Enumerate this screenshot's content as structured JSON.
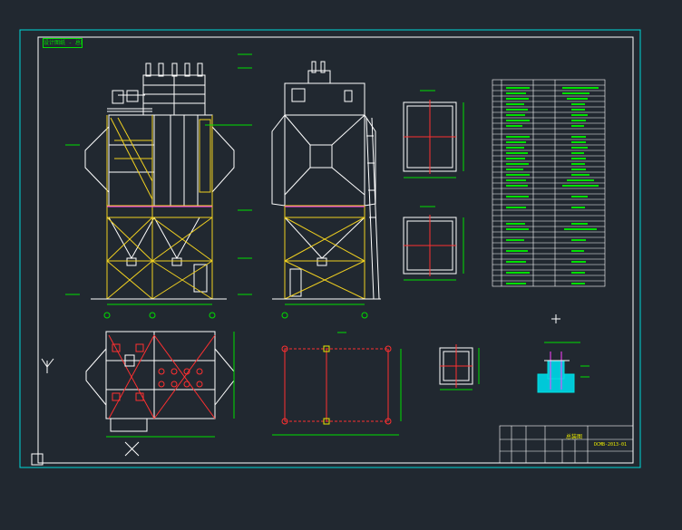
{
  "drawing": {
    "title_block_tag": "设计图纸 - 总图布置图",
    "sheet_title": "总装图",
    "sheet_code": "DCMB-2013-01",
    "colors": {
      "background": "#212830",
      "border": "#ffffff",
      "frame_cyan": "#00e0e0",
      "structure": "#ffffff",
      "support_yellow": "#f0d020",
      "centerline_red": "#ff3030",
      "hatch_magenta": "#ff40ff",
      "text_green": "#00e000",
      "text_yellow": "#e8e800",
      "fill_cyan": "#00c8d8"
    },
    "views": [
      "front-elevation",
      "side-elevation",
      "plan-view",
      "foundation-plan",
      "detail-views",
      "anchor-detail"
    ],
    "spec_table_title": "主要技术参数"
  }
}
